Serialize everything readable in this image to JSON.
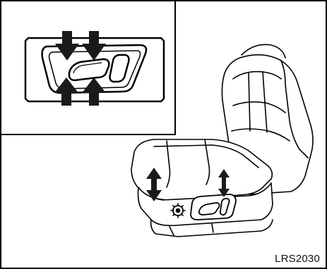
{
  "figure": {
    "caption": "LRS2030"
  },
  "colors": {
    "ink": "#000000",
    "arrow": "#1a1a1a",
    "switch_panel": "#ffffff",
    "seat_shade": "#f4f4f4"
  },
  "icons": {
    "inset_panel": "seat-switch-inset",
    "slide_switch": "seat-slide-switch",
    "recline_switch": "seat-recline-switch",
    "lift_arrows": "up-down-arrow-icon",
    "seat": "power-seat-illustration"
  }
}
